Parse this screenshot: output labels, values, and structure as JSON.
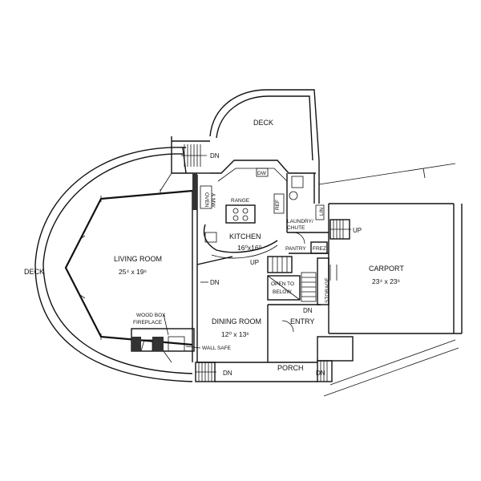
{
  "plan": {
    "rooms": {
      "living_room": {
        "name": "LIVING ROOM",
        "dim": "25⁴ x 19⁶"
      },
      "kitchen": {
        "name": "KITCHEN",
        "dim": "16⁰x16⁰"
      },
      "dining_room": {
        "name": "DINING ROOM",
        "dim": "12⁰ x 13⁶"
      },
      "carport": {
        "name": "CARPORT",
        "dim": "23⁴ x 23⁶"
      }
    },
    "labels": {
      "deck_top": "DECK",
      "deck_left": "DECK",
      "porch": "PORCH",
      "entry": "ENTRY",
      "pantry": "PANTRY",
      "frez": "FREZ",
      "storage": "STORAGE",
      "open_to": "OPEN TO",
      "below": "BELOW",
      "laundry": "LAUNDRY/",
      "chute": "CHUTE",
      "range": "RANGE",
      "oven": "OVEN",
      "mw": "& MW",
      "dw": "DW",
      "ref": "REF",
      "wood_box": "WOOD BOX",
      "fireplace": "FIREPLACE",
      "wall_safe": "WALL SAFE",
      "lin": "LIN"
    },
    "stairs": {
      "dn": "DN",
      "up": "UP"
    }
  }
}
